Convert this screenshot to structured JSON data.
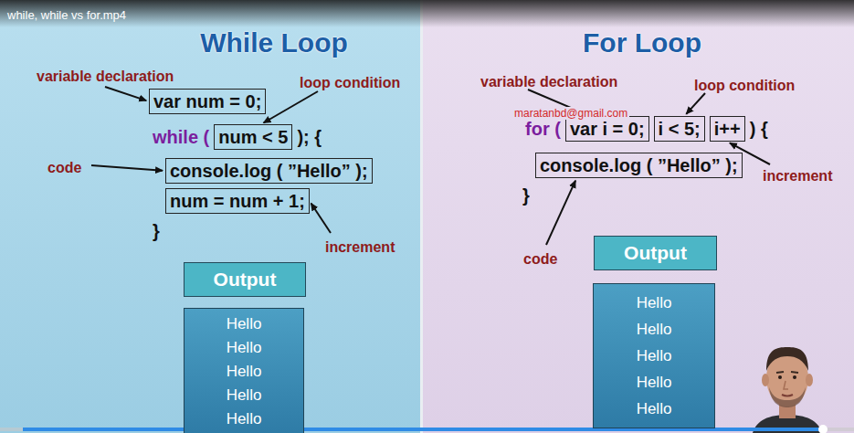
{
  "diagram": {
    "title": "while, while vs for.mp4",
    "nodes": [
      {
        "text": [
          "While Loop"
        ]
      },
      {
        "text": [
          "var num = 0;"
        ],
        "in": 0
      },
      {
        "text": [
          "num < 5"
        ],
        "in": 0
      },
      {
        "text": [
          "console.log ( ”Hello” );"
        ],
        "in": 0
      },
      {
        "text": [
          "num = num + 1;"
        ],
        "in": 0
      },
      {
        "text": [
          "Output"
        ],
        "in": 0
      },
      {
        "text": [
          "Hello",
          "Hello",
          "Hello",
          "Hello",
          "Hello"
        ],
        "in": 0
      },
      {
        "text": [
          "For Loop"
        ]
      },
      {
        "text": [
          "var i = 0;"
        ],
        "in": 7
      },
      {
        "text": [
          "i < 5;"
        ],
        "in": 7
      },
      {
        "text": [
          "i++"
        ],
        "in": 7
      },
      {
        "text": [
          "console.log ( ”Hello” );"
        ],
        "in": 7
      },
      {
        "text": [
          "Output"
        ],
        "in": 7
      },
      {
        "text": [
          "Hello",
          "Hello",
          "Hello",
          "Hello",
          "Hello"
        ],
        "in": 7
      }
    ],
    "labels": [
      "variable declaration",
      "loop condition",
      "code",
      "increment",
      "while (",
      "); {",
      "}",
      "variable declaration",
      "loop condition",
      "increment",
      "code",
      "maratanbd@gmail.com",
      "for (",
      ") {",
      "}"
    ]
  }
}
